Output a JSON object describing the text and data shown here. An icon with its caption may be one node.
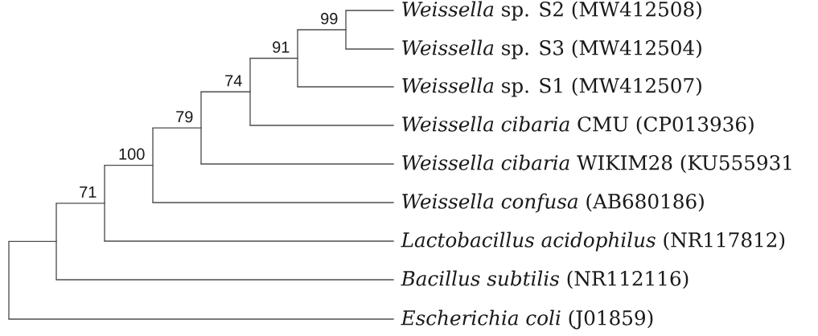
{
  "diagram": {
    "nodes": [
      {
        "text": [
          "*Weissella* sp. S2 (MW412508)"
        ]
      },
      {
        "text": [
          "*Weissella* sp. S3 (MW412504)"
        ]
      },
      {
        "text": [
          "*Weissella* sp. S1 (MW412507)"
        ]
      },
      {
        "text": [
          "*Weissella cibaria* CMU (CP013936)"
        ]
      },
      {
        "text": [
          "*Weissella cibaria* WIKIM28 (KU555931"
        ]
      },
      {
        "text": [
          "*Weissella confusa* (AB680186)"
        ]
      },
      {
        "text": [
          "*Lactobacillus acidophilus* (NR117812)"
        ]
      },
      {
        "text": [
          "*Bacillus subtilis* (NR112116)"
        ]
      },
      {
        "text": [
          "*Escherichia coli* (J01859)"
        ]
      },
      {
        "text": [],
        "shape": "bar"
      },
      {
        "text": [],
        "shape": "bar"
      },
      {
        "text": [],
        "shape": "bar"
      },
      {
        "text": [],
        "shape": "bar"
      },
      {
        "text": [],
        "shape": "bar"
      },
      {
        "text": [],
        "shape": "bar"
      },
      {
        "text": [],
        "shape": "bar"
      },
      {
        "text": [],
        "shape": "bar"
      }
    ],
    "edges": [
      {
        "from": 9,
        "to": 0,
        "arrow": "none"
      },
      {
        "from": 9,
        "to": 1,
        "arrow": "none"
      },
      {
        "from": 10,
        "to": 9,
        "arrow": "none",
        "label": "99"
      },
      {
        "from": 10,
        "to": 2,
        "arrow": "none"
      },
      {
        "from": 11,
        "to": 10,
        "arrow": "none",
        "label": "91"
      },
      {
        "from": 11,
        "to": 3,
        "arrow": "none"
      },
      {
        "from": 12,
        "to": 11,
        "arrow": "none",
        "label": "74"
      },
      {
        "from": 12,
        "to": 4,
        "arrow": "none"
      },
      {
        "from": 13,
        "to": 12,
        "arrow": "none",
        "label": "79"
      },
      {
        "from": 13,
        "to": 5,
        "arrow": "none"
      },
      {
        "from": 14,
        "to": 13,
        "arrow": "none",
        "label": "100"
      },
      {
        "from": 14,
        "to": 6,
        "arrow": "none"
      },
      {
        "from": 15,
        "to": 14,
        "arrow": "none",
        "label": "71"
      },
      {
        "from": 15,
        "to": 7,
        "arrow": "none"
      },
      {
        "from": 16,
        "to": 15,
        "arrow": "none"
      },
      {
        "from": 16,
        "to": 8,
        "arrow": "none"
      }
    ]
  }
}
